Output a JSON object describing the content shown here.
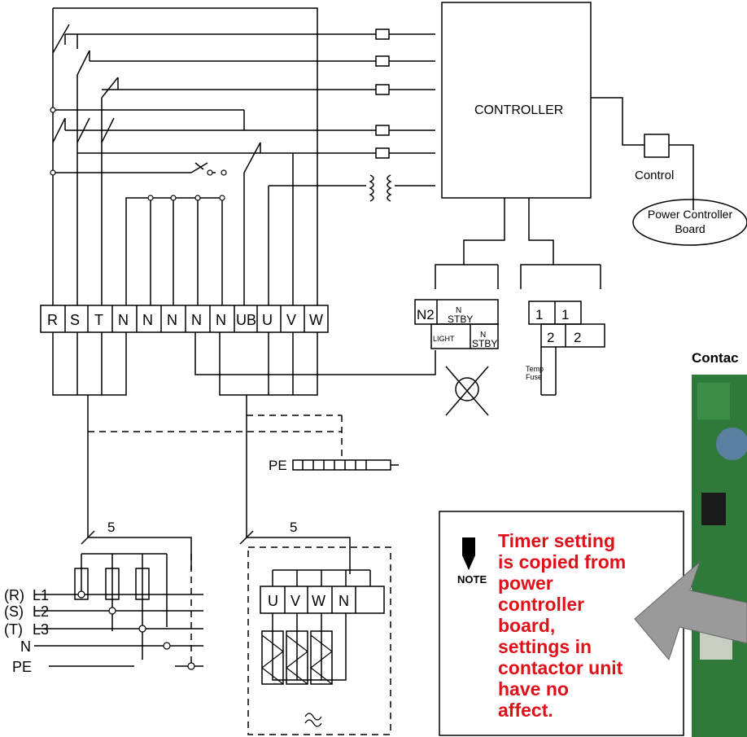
{
  "controller": {
    "label": "CONTROLLER"
  },
  "control": {
    "label": "Control"
  },
  "power_controller_board": {
    "line1": "Power Controller",
    "line2": "Board"
  },
  "terminals": [
    "R",
    "S",
    "T",
    "N",
    "N",
    "N",
    "N",
    "N",
    "UB",
    "U",
    "V",
    "W"
  ],
  "standby_block": {
    "n2": "N2",
    "n_stby_top_n": "N",
    "n_stby_top_stby": "STBY",
    "light": "LIGHT",
    "n_stby_bot_n": "N",
    "n_stby_bot_stby": "STBY"
  },
  "fuse_block": {
    "t1a": "1",
    "t1b": "1",
    "t2a": "2",
    "t2b": "2",
    "temp": "Temp",
    "fuse": "Fuse"
  },
  "pe_bar": {
    "label": "PE"
  },
  "cable_count_left": "5",
  "cable_count_right": "5",
  "heater_terminals": [
    "U",
    "V",
    "W",
    "N"
  ],
  "supply_lines": [
    {
      "prefix": "(R)",
      "name": "L1"
    },
    {
      "prefix": "(S)",
      "name": "L2"
    },
    {
      "prefix": "(T)",
      "name": "L3"
    },
    {
      "prefix": "",
      "name": "N"
    },
    {
      "prefix": "",
      "name": "PE"
    }
  ],
  "contactor_label": "Contac",
  "note": {
    "icon_label": "NOTE",
    "lines": [
      "Timer setting",
      "is copied from",
      "power",
      "controller",
      "board,",
      "settings in",
      "contactor unit",
      "have no",
      "affect."
    ]
  },
  "colors": {
    "note_text": "#e0101a",
    "pcb_green": "#2f7a3a",
    "arrow_gray": "#9a9a9a"
  }
}
